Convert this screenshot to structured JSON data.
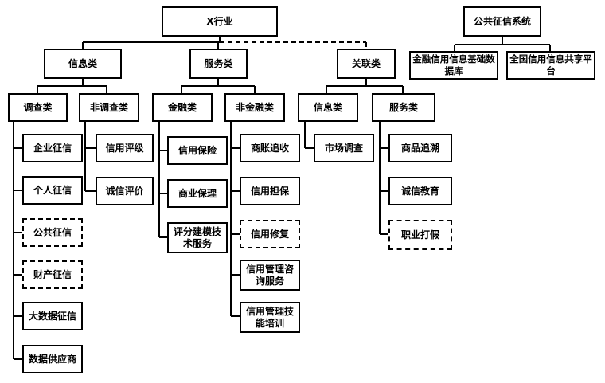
{
  "root": "X行业",
  "public_system": "公共征信系统",
  "level1": {
    "info": "信息类",
    "service": "服务类",
    "related": "关联类"
  },
  "public_children": [
    "金融信用信息基础数据库",
    "全国信用信息共享平台"
  ],
  "info_children": {
    "survey": "调查类",
    "non_survey": "非调查类"
  },
  "service_children": {
    "finance": "金融类",
    "non_finance": "非金融类"
  },
  "related_children": {
    "info": "信息类",
    "service": "服务类"
  },
  "survey_items": [
    "企业征信",
    "个人征信",
    "公共征信",
    "财产征信",
    "大数据征信",
    "数据供应商"
  ],
  "non_survey_items": [
    "信用评级",
    "诚信评价"
  ],
  "finance_items": [
    "信用保险",
    "商业保理",
    "评分建模技术服务"
  ],
  "non_finance_items": [
    "商账追收",
    "信用担保",
    "信用修复",
    "信用管理咨询服务",
    "信用管理技能培训"
  ],
  "related_info_items": [
    "市场调查"
  ],
  "related_service_items": [
    "商品追溯",
    "诚信教育",
    "职业打假"
  ]
}
